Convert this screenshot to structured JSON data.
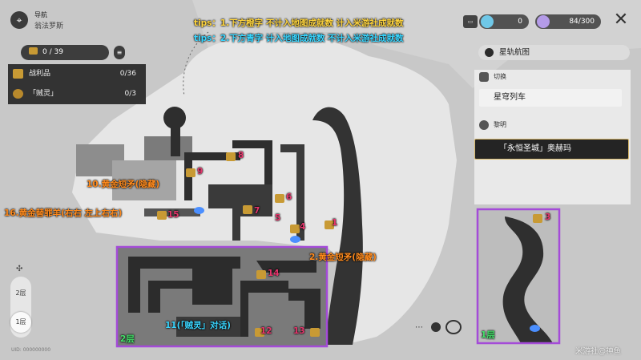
{
  "nav": {
    "title": "导航",
    "location": "翁法罗斯",
    "icon": "location-pin-icon"
  },
  "tips": [
    "tips：1.下方橙字 不计入地图成就数 计入米游社成就数",
    "tips：2.下方青字 计入地图成就数 不计入米游社成就数"
  ],
  "currency": [
    {
      "value": "0",
      "icon": "credit-icon"
    },
    {
      "value": "84/300",
      "icon": "energy-icon"
    }
  ],
  "collection": {
    "total": "0 / 39",
    "rows": [
      {
        "label": "战利品",
        "value": "0/36",
        "icon": "chest-icon"
      },
      {
        "label": "「贼灵」",
        "value": "0/3",
        "icon": "spirit-icon"
      }
    ]
  },
  "right_panel": {
    "nav_button": "星轨航图",
    "switch_label": "切换",
    "train": "星穹列车",
    "section": "黎明",
    "selected": "「永恒圣城」奥赫玛"
  },
  "floors": {
    "top": "2层",
    "bottom": "1层"
  },
  "uid": "UID: 000000000",
  "watermark": "米游社@神鱼",
  "zone_labels": {
    "floor2": "2层",
    "floor1": "1层"
  },
  "annotations": [
    {
      "text": "1",
      "color": "#e6356c"
    },
    {
      "text": "2.黄金短矛(隐藏)",
      "color": "#ff8a1c"
    },
    {
      "text": "3",
      "color": "#e6356c"
    },
    {
      "text": "4",
      "color": "#e6356c"
    },
    {
      "text": "5",
      "color": "#e6356c"
    },
    {
      "text": "6",
      "color": "#e6356c"
    },
    {
      "text": "7",
      "color": "#e6356c"
    },
    {
      "text": "8",
      "color": "#e6356c"
    },
    {
      "text": "9",
      "color": "#e6356c"
    },
    {
      "text": "10.黄金短矛(隐藏)",
      "color": "#ff8a1c"
    },
    {
      "text": "11(「贼灵」对话)",
      "color": "#39d6ff"
    },
    {
      "text": "12",
      "color": "#e6356c"
    },
    {
      "text": "13",
      "color": "#e6356c"
    },
    {
      "text": "14",
      "color": "#e6356c"
    },
    {
      "text": "15",
      "color": "#e6356c"
    },
    {
      "text": "16.黄金替罪羊(右右 左上右右)",
      "color": "#ff8a1c"
    }
  ],
  "colors": {
    "highlight": "#a44bd8",
    "dark_path": "#2e2e2e",
    "chest": "#c89a34"
  }
}
